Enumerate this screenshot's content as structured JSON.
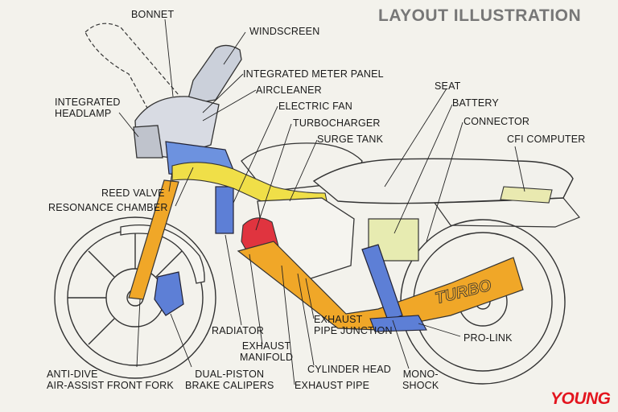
{
  "title": "LAYOUT ILLUSTRATION",
  "logo": "YOUNG",
  "colors": {
    "frame": "#f0a728",
    "blue": "#5d7fd6",
    "red": "#e0343f",
    "yellow": "#f0e04a",
    "lightyellow": "#e7ebb1",
    "grey": "#c9ccd4",
    "accent": "#e3151e"
  },
  "labels": {
    "bonnet": "BONNET",
    "windscreen": "WINDSCREEN",
    "meter_panel": "INTEGRATED METER PANEL",
    "aircleaner": "AIRCLEANER",
    "headlamp_1": "INTEGRATED",
    "headlamp_2": "HEADLAMP",
    "electric_fan": "ELECTRIC FAN",
    "turbocharger": "TURBOCHARGER",
    "surge_tank": "SURGE TANK",
    "seat": "SEAT",
    "battery": "BATTERY",
    "connector": "CONNECTOR",
    "cfi": "CFI COMPUTER",
    "reed_valve": "REED VALVE",
    "resonance": "RESONANCE CHAMBER",
    "radiator": "RADIATOR",
    "exhaust_manifold_1": "EXHAUST",
    "exhaust_manifold_2": "MANIFOLD",
    "exhaust_junction_1": "EXHAUST",
    "exhaust_junction_2": "PIPE JUNCTION",
    "pro_link": "PRO-LINK",
    "cylinder_head": "CYLINDER HEAD",
    "exhaust_pipe": "EXHAUST PIPE",
    "mono_shock_1": "MONO-",
    "mono_shock_2": "SHOCK",
    "anti_dive_1": "ANTI-DIVE",
    "anti_dive_2": "AIR-ASSIST FRONT FORK",
    "brake_1": "DUAL-PISTON",
    "brake_2": "BRAKE CALIPERS",
    "turbo_badge": "TURBO"
  }
}
